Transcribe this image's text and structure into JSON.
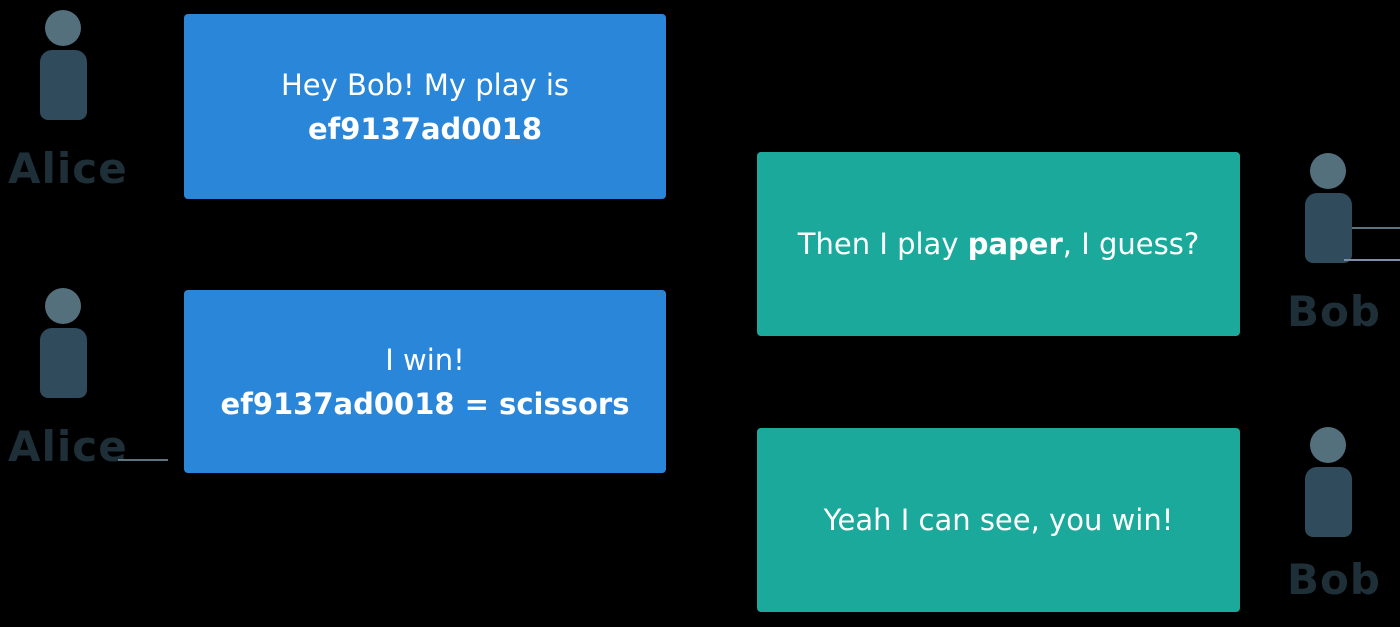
{
  "colors": {
    "background": "#000000",
    "alice_bubble": "#2a86d8",
    "bob_bubble": "#1aa99a",
    "person_head": "#54707d",
    "person_body": "#2f4b5c"
  },
  "participants": {
    "alice": "Alice",
    "bob": "Bob"
  },
  "messages": [
    {
      "sender": "Alice",
      "line1": "Hey Bob! My play is",
      "line2_bold": "ef9137ad0018"
    },
    {
      "sender": "Bob",
      "prefix": "Then I play ",
      "bold": "paper",
      "suffix": ", I guess?"
    },
    {
      "sender": "Alice",
      "line1": "I win!",
      "line2_bold": "ef9137ad0018 = scissors"
    },
    {
      "sender": "Bob",
      "text": "Yeah I can see, you win!"
    }
  ],
  "icons": [
    "person-icon"
  ]
}
